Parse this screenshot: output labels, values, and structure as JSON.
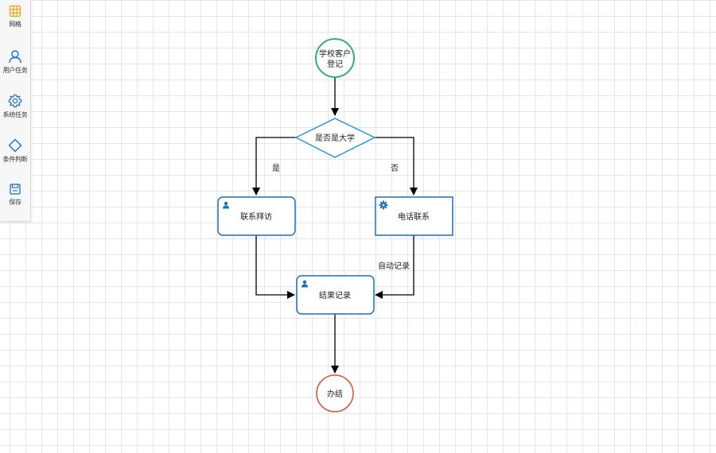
{
  "toolbar": {
    "items": [
      {
        "label": "网格",
        "icon": "grid-icon",
        "color": "#f0a020"
      },
      {
        "label": "用户任务",
        "icon": "user-icon",
        "color": "#1a6fc4"
      },
      {
        "label": "系统任务",
        "icon": "gear-icon",
        "color": "#1a6fc4"
      },
      {
        "label": "条件判断",
        "icon": "diamond-icon",
        "color": "#1a6fc4"
      },
      {
        "label": "保存",
        "icon": "save-icon",
        "color": "#1a6fc4"
      }
    ]
  },
  "diagram": {
    "nodes": {
      "start": {
        "type": "start-event",
        "line1": "学校客户",
        "line2": "登记",
        "color": "#2db36f"
      },
      "decision": {
        "type": "gateway",
        "label": "是否是大学",
        "color": "#1a8fd9"
      },
      "visit": {
        "type": "user-task",
        "label": "联系拜访",
        "color": "#1a6fc4"
      },
      "phone": {
        "type": "system-task",
        "label": "电话联系",
        "color": "#1a6fc4"
      },
      "record": {
        "type": "user-task",
        "label": "结果记录",
        "color": "#1a6fc4"
      },
      "end": {
        "type": "end-event",
        "label": "办结",
        "color": "#e0553a"
      }
    },
    "edges": {
      "yes_label": "是",
      "no_label": "否",
      "auto_label": "自动记录"
    }
  }
}
